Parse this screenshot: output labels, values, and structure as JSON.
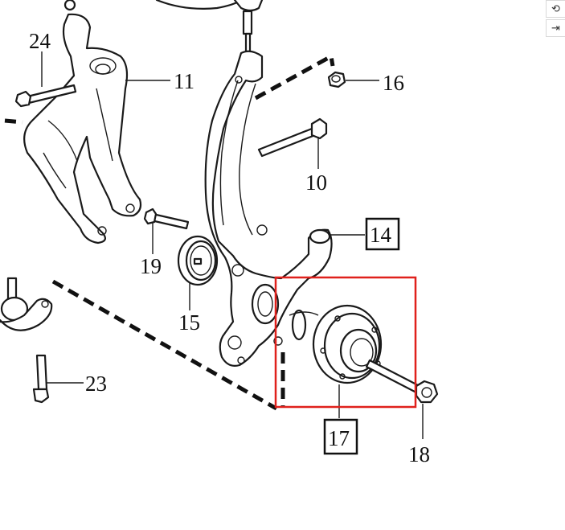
{
  "callouts": {
    "c24": "24",
    "c11": "11",
    "c16": "16",
    "c10": "10",
    "c14": "14",
    "c19": "19",
    "c15": "15",
    "c23": "23",
    "c17": "17",
    "c18": "18"
  },
  "toolbar": {
    "top_icon": "⟲",
    "collapse_icon": "⇥"
  },
  "colors": {
    "highlight": "#e0211c",
    "line": "#1a1a1a"
  }
}
